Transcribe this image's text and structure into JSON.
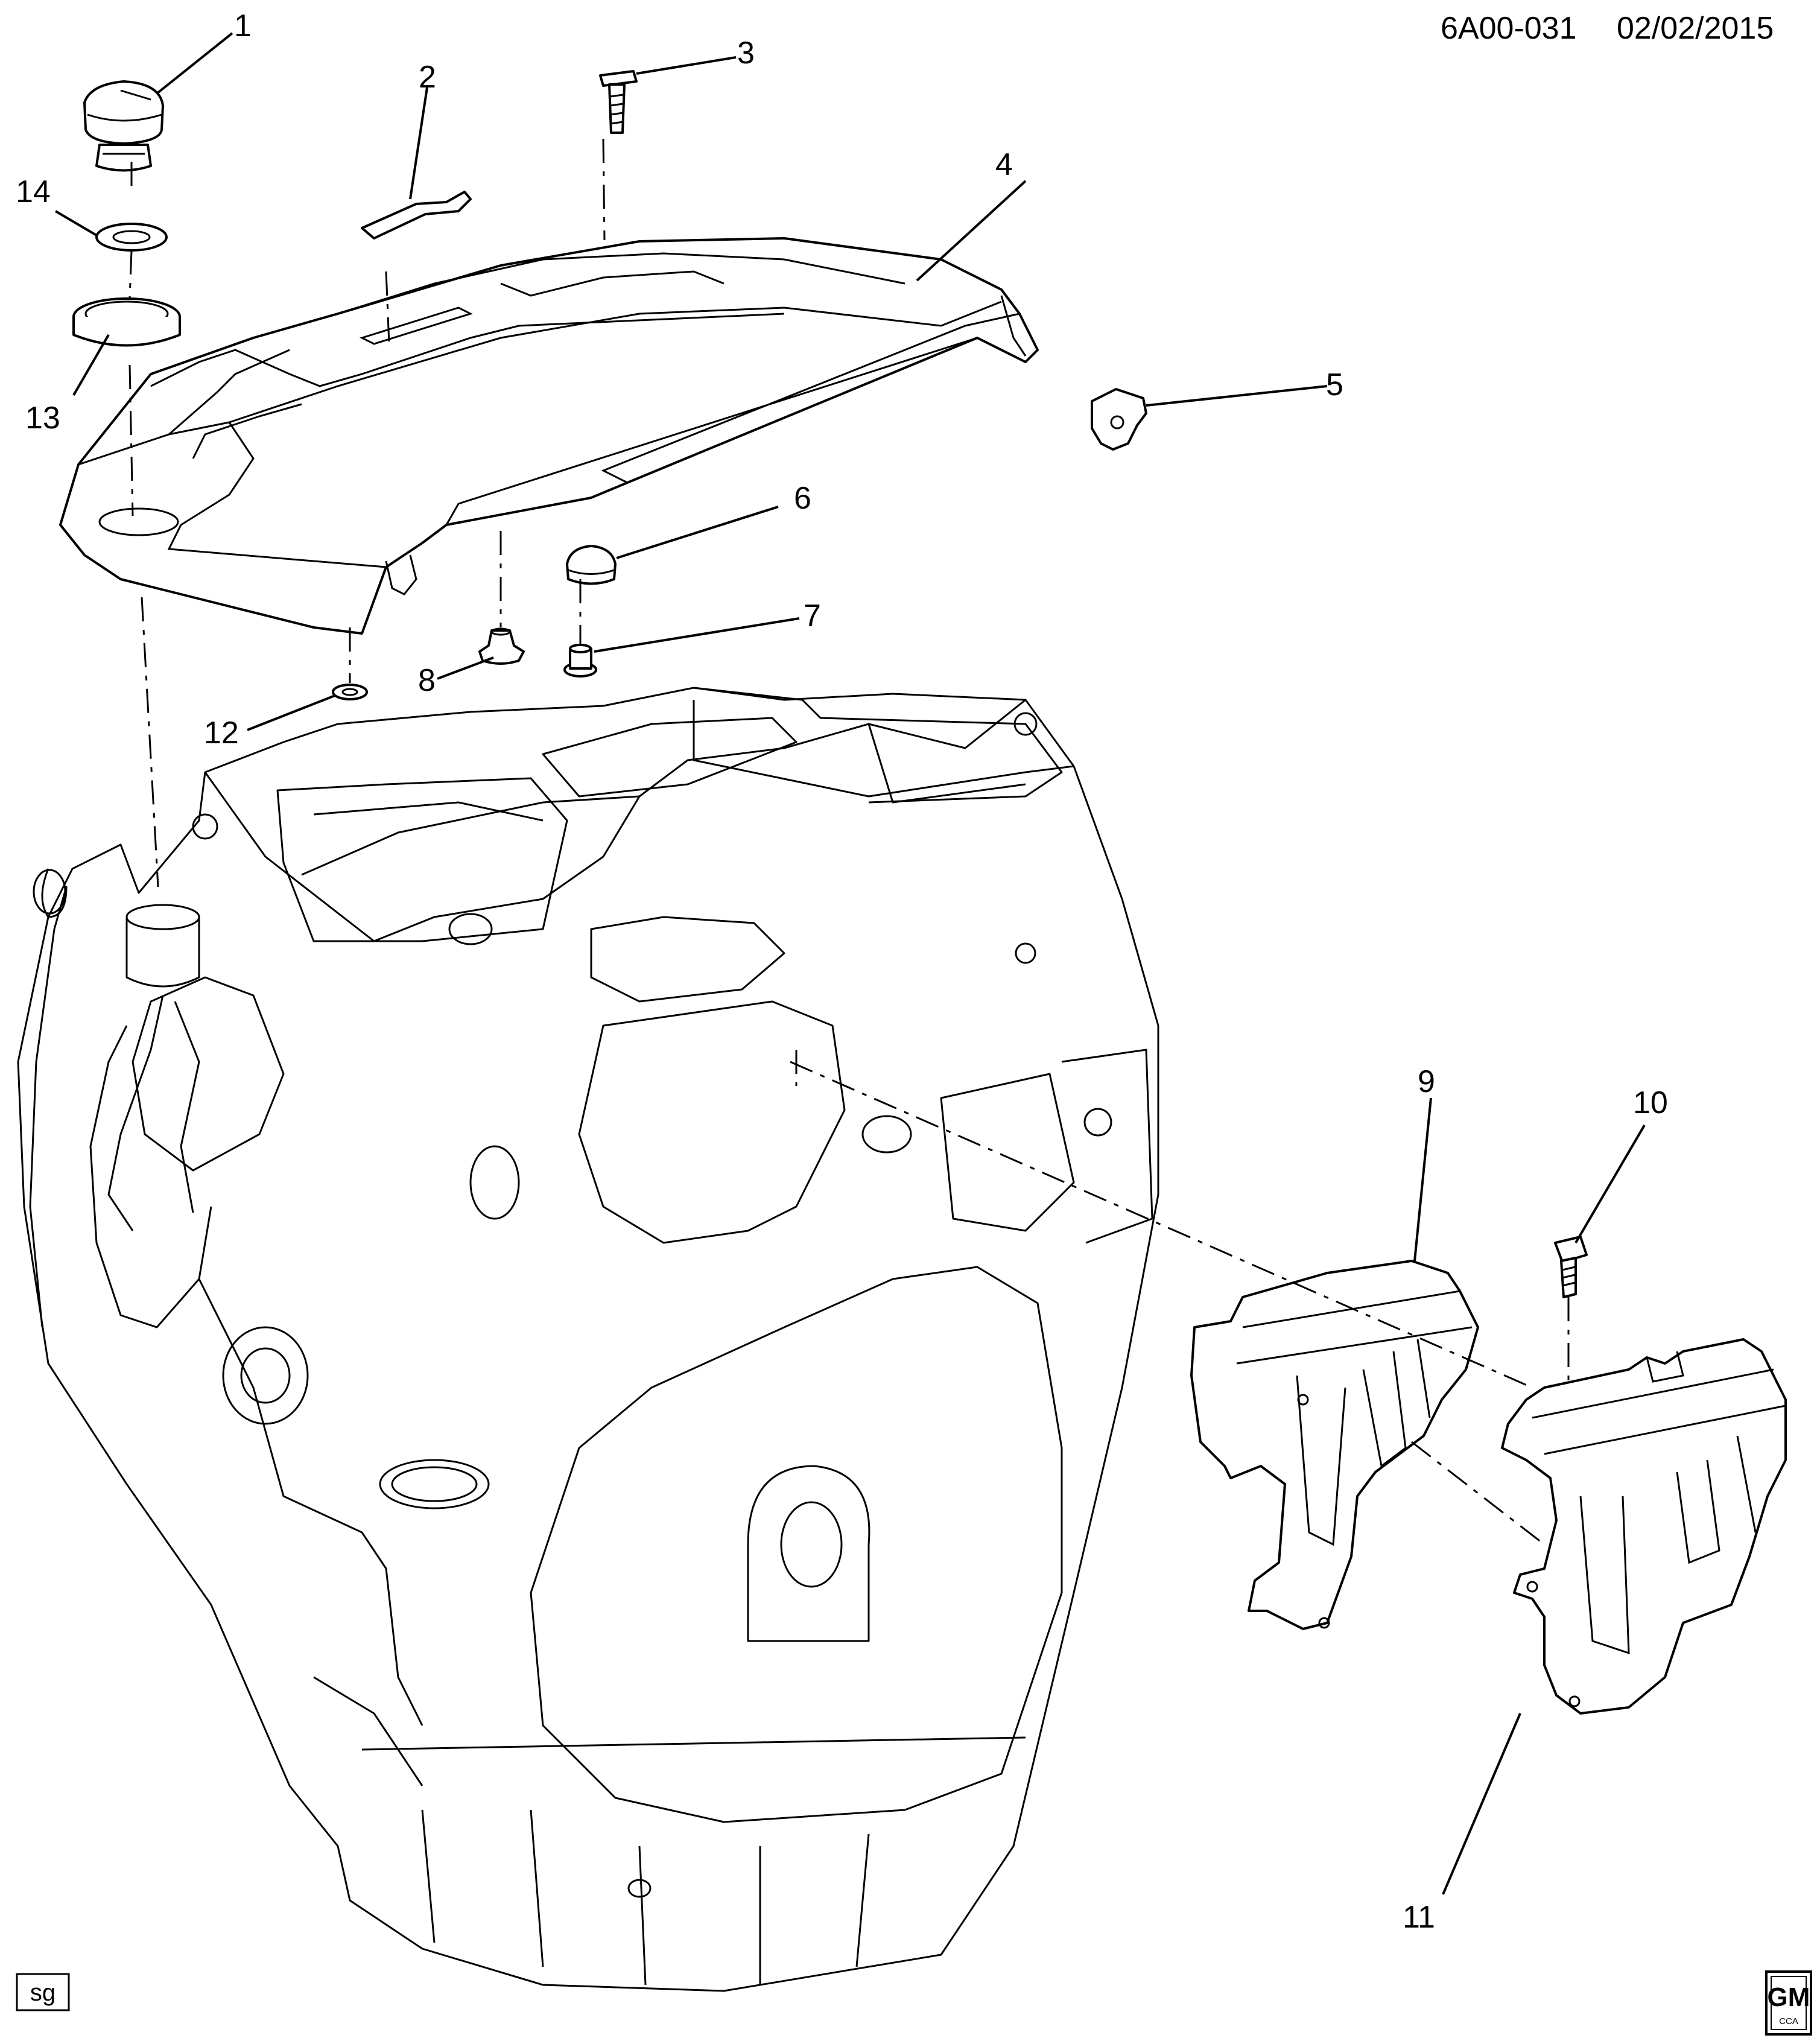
{
  "header": {
    "code": "6A00-031",
    "date": "02/02/2015"
  },
  "callouts": {
    "c1": "1",
    "c2": "2",
    "c3": "3",
    "c4": "4",
    "c5": "5",
    "c6": "6",
    "c7": "7",
    "c8": "8",
    "c9": "9",
    "c10": "10",
    "c11": "11",
    "c12": "12",
    "c13": "13",
    "c14": "14"
  },
  "footer": {
    "sg_tag": "sg",
    "logo_text": "GM",
    "logo_subtext": "CCA"
  }
}
